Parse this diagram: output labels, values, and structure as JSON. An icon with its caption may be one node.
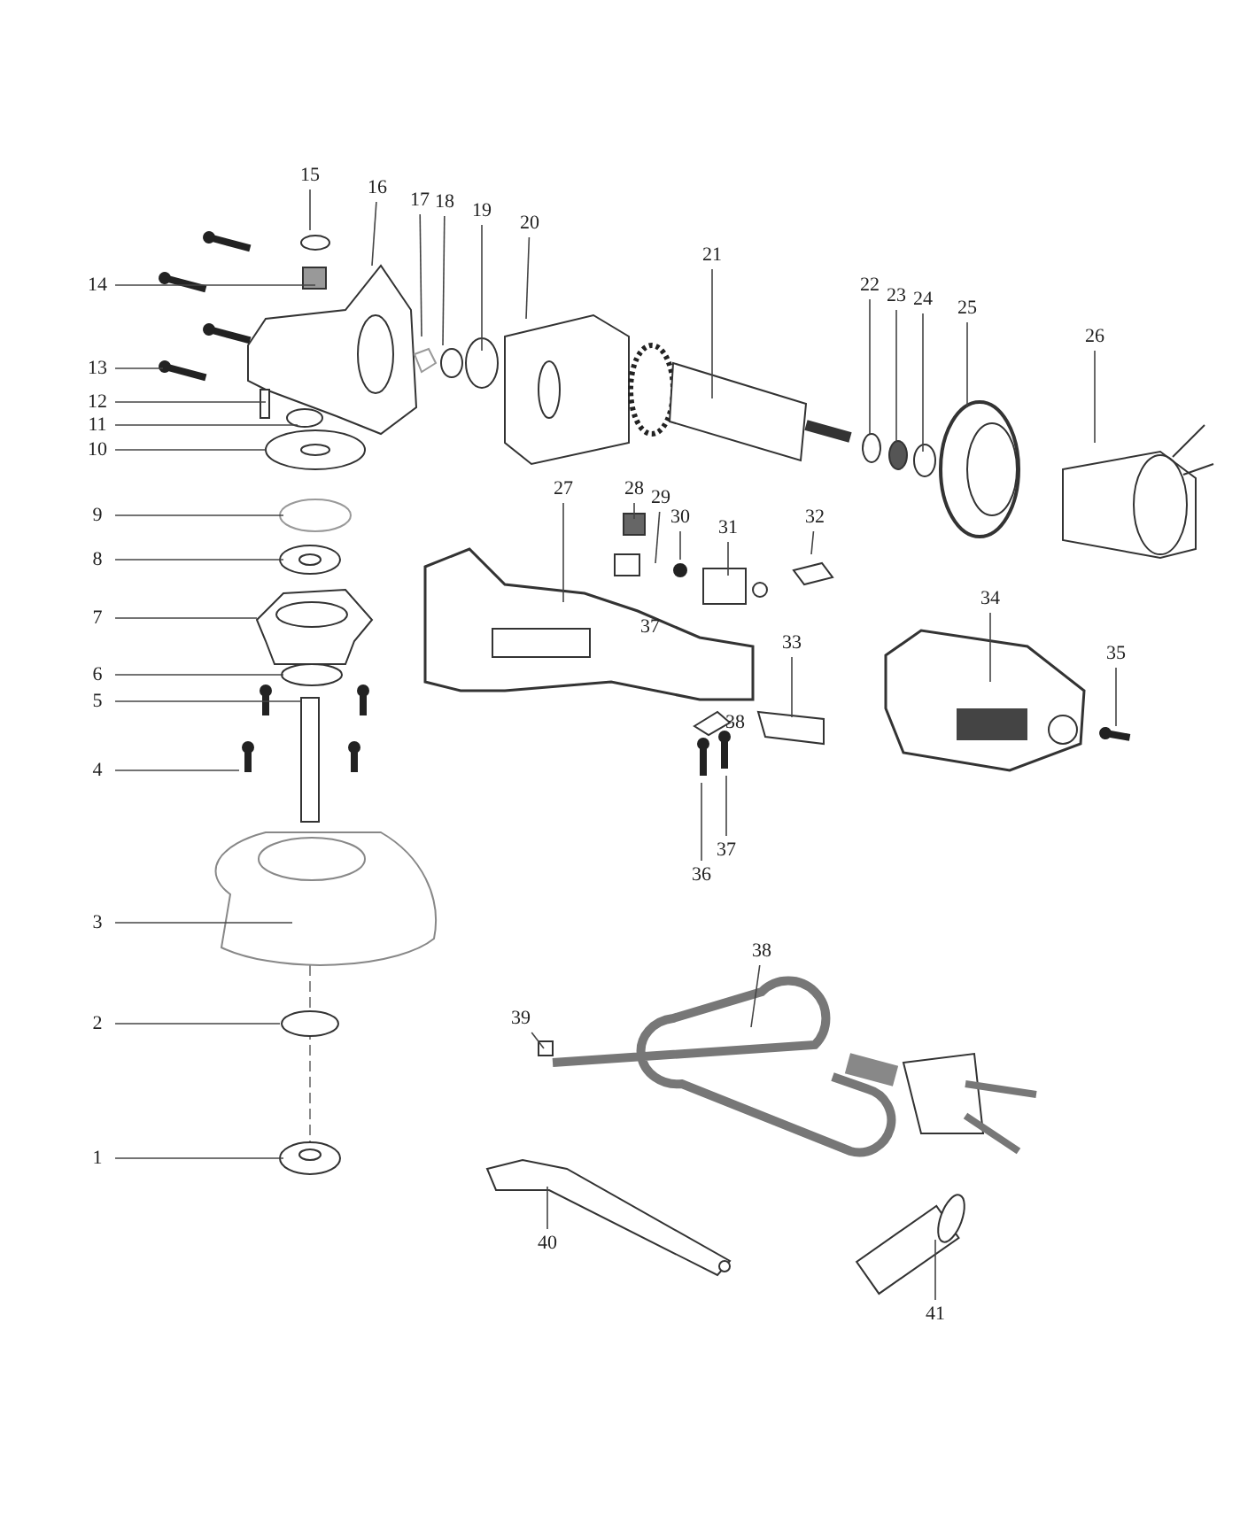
{
  "diagram": {
    "nodes": [
      {
        "text": [
          "1"
        ]
      },
      {
        "text": [
          "2"
        ]
      },
      {
        "text": [
          "3"
        ]
      },
      {
        "text": [
          "4"
        ]
      },
      {
        "text": [
          "5"
        ]
      },
      {
        "text": [
          "6"
        ]
      },
      {
        "text": [
          "7"
        ]
      },
      {
        "text": [
          "8"
        ]
      },
      {
        "text": [
          "9"
        ]
      },
      {
        "text": [
          "10"
        ]
      },
      {
        "text": [
          "11"
        ]
      },
      {
        "text": [
          "12"
        ]
      },
      {
        "text": [
          "13"
        ]
      },
      {
        "text": [
          "14"
        ]
      },
      {
        "text": [
          "15"
        ]
      },
      {
        "text": [
          "16"
        ]
      },
      {
        "text": [
          "17"
        ]
      },
      {
        "text": [
          "18"
        ]
      },
      {
        "text": [
          "19"
        ]
      },
      {
        "text": [
          "20"
        ]
      },
      {
        "text": [
          "21"
        ]
      },
      {
        "text": [
          "22"
        ]
      },
      {
        "text": [
          "23"
        ]
      },
      {
        "text": [
          "24"
        ]
      },
      {
        "text": [
          "25"
        ]
      },
      {
        "text": [
          "26"
        ]
      },
      {
        "text": [
          "27"
        ]
      },
      {
        "text": [
          "28"
        ]
      },
      {
        "text": [
          "29"
        ]
      },
      {
        "text": [
          "30"
        ]
      },
      {
        "text": [
          "31"
        ]
      },
      {
        "text": [
          "32"
        ]
      },
      {
        "text": [
          "33"
        ]
      },
      {
        "text": [
          "34"
        ]
      },
      {
        "text": [
          "35"
        ]
      },
      {
        "text": [
          "36"
        ]
      },
      {
        "text": [
          "37"
        ]
      },
      {
        "text": [
          "38"
        ]
      },
      {
        "text": [
          "39"
        ]
      },
      {
        "text": [
          "40"
        ]
      },
      {
        "text": [
          "41"
        ]
      }
    ],
    "edges": [
      {
        "from": 0,
        "to": null,
        "arrow": "none"
      },
      {
        "from": 1,
        "to": null,
        "arrow": "none"
      },
      {
        "from": 2,
        "to": null,
        "arrow": "none"
      },
      {
        "from": 3,
        "to": null,
        "arrow": "none"
      },
      {
        "from": 4,
        "to": null,
        "arrow": "none"
      },
      {
        "from": 5,
        "to": null,
        "arrow": "none"
      },
      {
        "from": 6,
        "to": null,
        "arrow": "none"
      },
      {
        "from": 7,
        "to": null,
        "arrow": "none"
      },
      {
        "from": 8,
        "to": null,
        "arrow": "none"
      },
      {
        "from": 9,
        "to": null,
        "arrow": "none"
      },
      {
        "from": 10,
        "to": null,
        "arrow": "none"
      },
      {
        "from": 11,
        "to": null,
        "arrow": "none"
      },
      {
        "from": 12,
        "to": null,
        "arrow": "none"
      },
      {
        "from": 13,
        "to": null,
        "arrow": "none"
      },
      {
        "from": 14,
        "to": null,
        "arrow": "none"
      },
      {
        "from": 15,
        "to": null,
        "arrow": "none"
      },
      {
        "from": 16,
        "to": null,
        "arrow": "none"
      },
      {
        "from": 17,
        "to": null,
        "arrow": "none"
      },
      {
        "from": 18,
        "to": null,
        "arrow": "none"
      },
      {
        "from": 19,
        "to": null,
        "arrow": "none"
      },
      {
        "from": 20,
        "to": null,
        "arrow": "none"
      },
      {
        "from": 21,
        "to": null,
        "arrow": "none"
      },
      {
        "from": 22,
        "to": null,
        "arrow": "none"
      },
      {
        "from": 23,
        "to": null,
        "arrow": "none"
      },
      {
        "from": 24,
        "to": null,
        "arrow": "none"
      },
      {
        "from": 25,
        "to": null,
        "arrow": "none"
      },
      {
        "from": 26,
        "to": null,
        "arrow": "none"
      },
      {
        "from": 27,
        "to": null,
        "arrow": "none"
      },
      {
        "from": 28,
        "to": null,
        "arrow": "none"
      },
      {
        "from": 29,
        "to": null,
        "arrow": "none"
      },
      {
        "from": 30,
        "to": null,
        "arrow": "none"
      },
      {
        "from": 31,
        "to": null,
        "arrow": "none"
      },
      {
        "from": 32,
        "to": null,
        "arrow": "none"
      },
      {
        "from": 33,
        "to": null,
        "arrow": "none"
      },
      {
        "from": 34,
        "to": null,
        "arrow": "none"
      },
      {
        "from": 35,
        "to": null,
        "arrow": "none"
      },
      {
        "from": 36,
        "to": null,
        "arrow": "none"
      },
      {
        "from": 37,
        "to": null,
        "arrow": "none"
      },
      {
        "from": 38,
        "to": null,
        "arrow": "none"
      },
      {
        "from": 39,
        "to": null,
        "arrow": "none"
      },
      {
        "from": 40,
        "to": null,
        "arrow": "none"
      }
    ],
    "labels": [
      "37",
      "38"
    ]
  }
}
